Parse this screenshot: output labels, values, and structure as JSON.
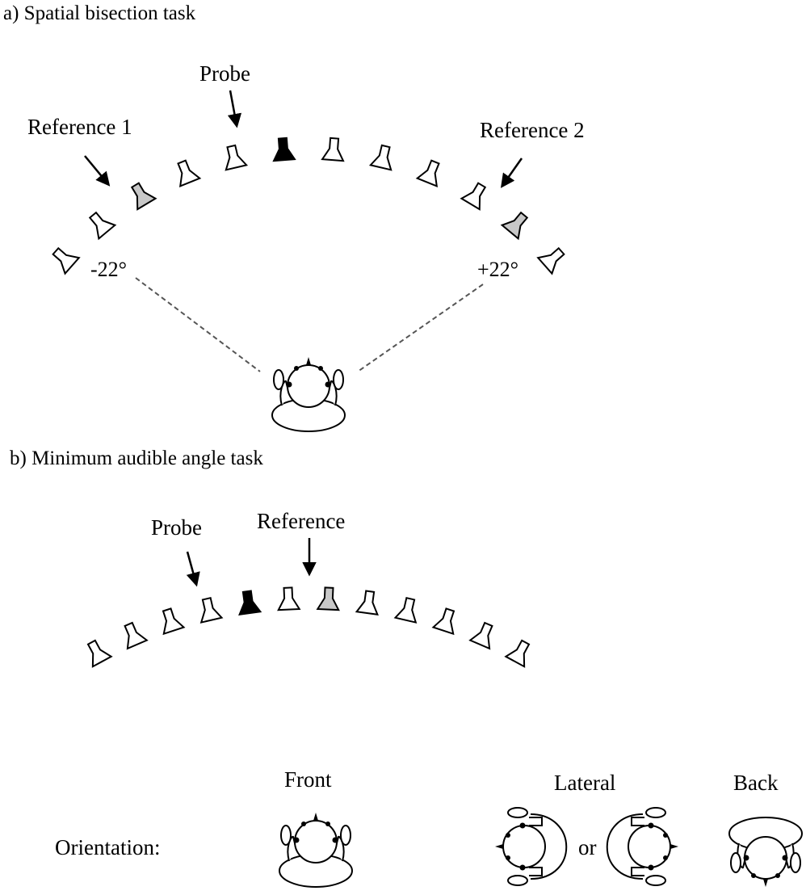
{
  "panel_a": {
    "title": "a) Spatial bisection task",
    "probe_label": "Probe",
    "reference1_label": "Reference 1",
    "reference2_label": "Reference 2",
    "left_angle": "-22°",
    "right_angle": "+22°",
    "speakers": [
      "white",
      "white",
      "gray",
      "white",
      "white",
      "black",
      "white",
      "white",
      "white",
      "white",
      "gray",
      "white"
    ]
  },
  "panel_b": {
    "title": "b) Minimum audible angle task",
    "probe_label": "Probe",
    "reference_label": "Reference",
    "speakers": [
      "white",
      "white",
      "white",
      "white",
      "black",
      "white",
      "gray",
      "white",
      "white",
      "white",
      "white",
      "white"
    ]
  },
  "orientation": {
    "label": "Orientation:",
    "front_label": "Front",
    "lateral_label": "Lateral",
    "or_label": "or",
    "back_label": "Back"
  },
  "colors": {
    "white_speaker": "#ffffff",
    "gray_speaker": "#c8c8c8",
    "black_speaker": "#000000",
    "stroke": "#000000"
  }
}
